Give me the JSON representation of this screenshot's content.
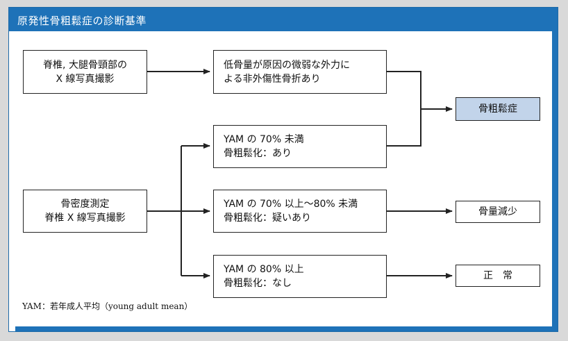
{
  "header": {
    "title": "原発性骨粗鬆症の診断基準"
  },
  "boxes": {
    "spine_xray": {
      "line1": "脊椎, 大腿骨頸部の",
      "line2": "X 線写真撮影"
    },
    "fragility_fracture": {
      "line1": "低骨量が原因の微弱な外力に",
      "line2": "よる非外傷性骨折あり"
    },
    "bone_density": {
      "line1": "骨密度測定",
      "line2": "脊椎 X 線写真撮影"
    },
    "yam_under_70": {
      "line1": "YAM の 70% 未満",
      "line2": "骨粗鬆化：あり"
    },
    "yam_70_80": {
      "line1": "YAM の 70% 以上〜80% 未満",
      "line2": "骨粗鬆化：疑いあり"
    },
    "yam_over_80": {
      "line1": "YAM の 80% 以上",
      "line2": "骨粗鬆化：なし"
    }
  },
  "results": {
    "osteoporosis": "骨粗鬆症",
    "osteopenia": "骨量減少",
    "normal": "正　常"
  },
  "footnote": "YAM：若年成人平均（young adult mean）",
  "colors": {
    "header": "#1e72b8",
    "result_fill": "#c2d4ea",
    "line": "#222222"
  }
}
